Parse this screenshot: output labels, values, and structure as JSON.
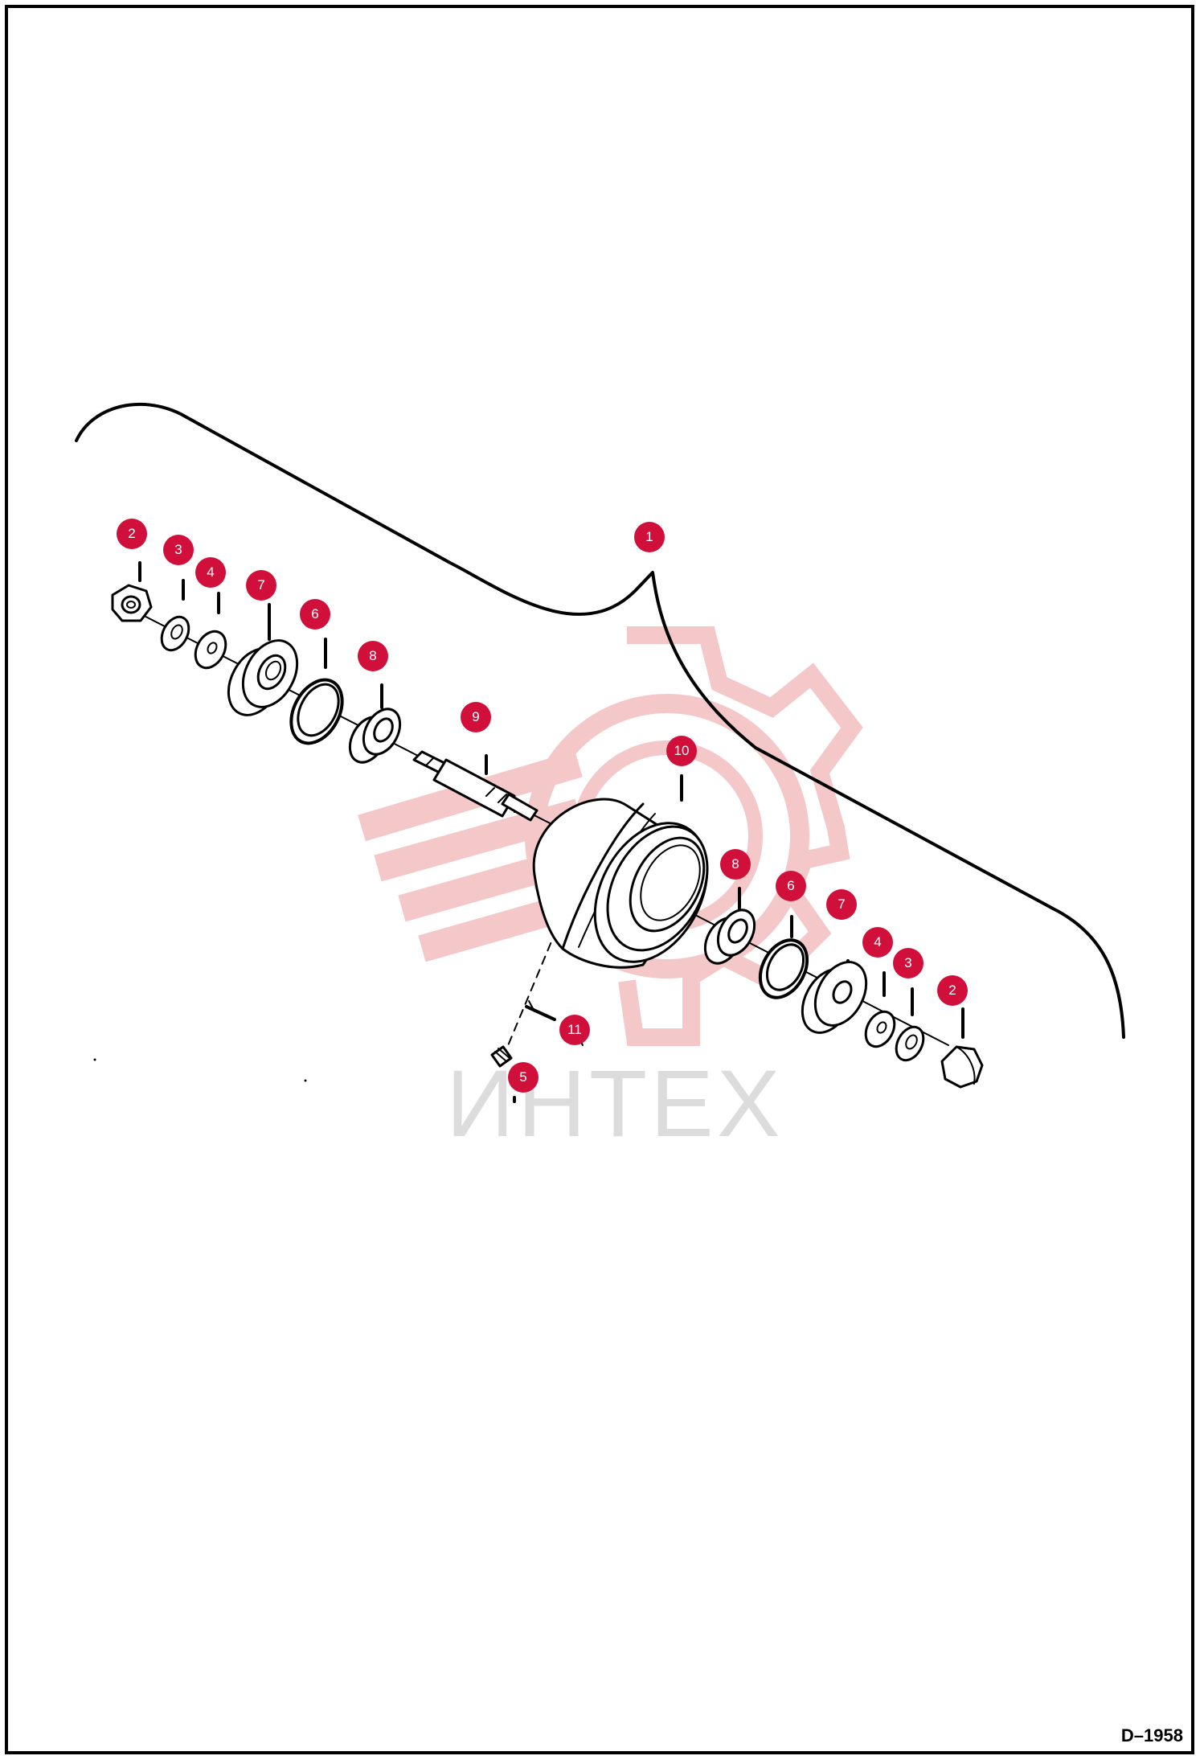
{
  "colors": {
    "line": "#000000",
    "callout_fill": "#d0103a",
    "callout_text": "#ffffff",
    "watermark": "#f4c7c9",
    "watermark_text": "#dcdcdc"
  },
  "watermark": {
    "text": "ИНТЕХ",
    "icon": "gear-logo-icon"
  },
  "drawing_id": "D–1958",
  "callouts": [
    {
      "label": "1"
    },
    {
      "label": "2"
    },
    {
      "label": "3"
    },
    {
      "label": "4"
    },
    {
      "label": "7"
    },
    {
      "label": "6"
    },
    {
      "label": "8"
    },
    {
      "label": "9"
    },
    {
      "label": "10"
    },
    {
      "label": "8"
    },
    {
      "label": "6"
    },
    {
      "label": "7"
    },
    {
      "label": "4"
    },
    {
      "label": "3"
    },
    {
      "label": "2"
    },
    {
      "label": "11"
    },
    {
      "label": "5"
    }
  ]
}
